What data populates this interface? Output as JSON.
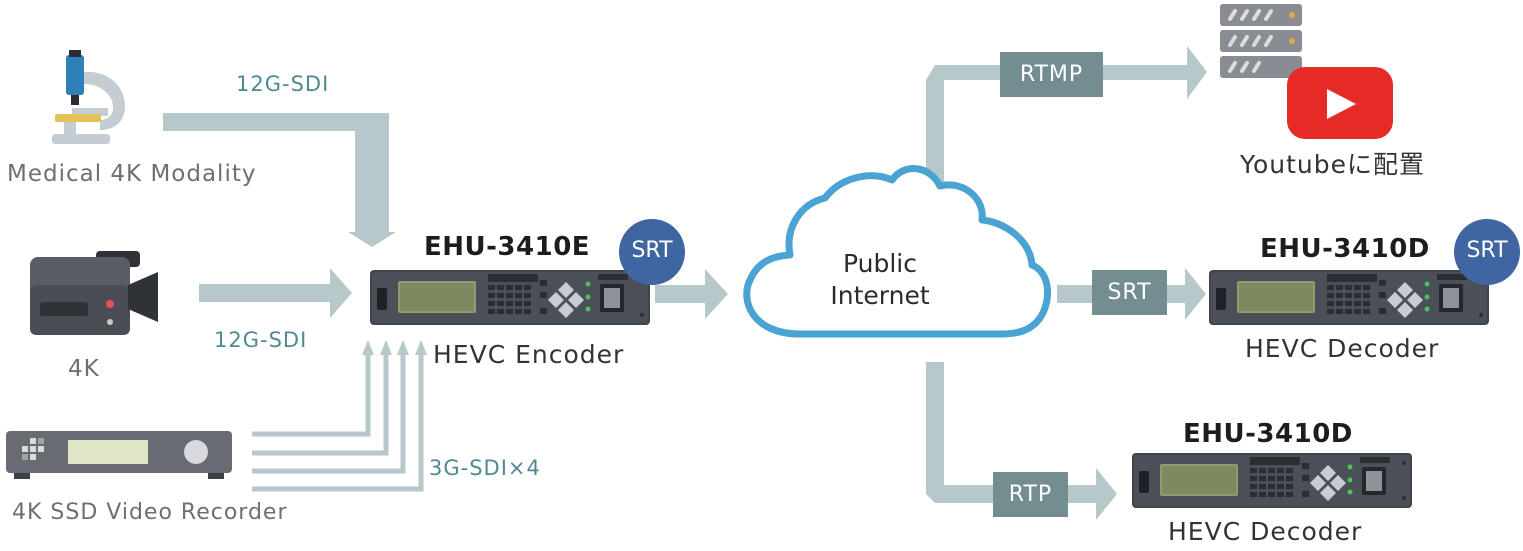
{
  "sources": {
    "medical_label": "Medical 4K Modality",
    "camera_label": "4K",
    "recorder_label": "4K SSD Video Recorder"
  },
  "links": {
    "medical_link": "12G-SDI",
    "camera_link": "12G-SDI",
    "recorder_link": "3G-SDI×4"
  },
  "encoder": {
    "model": "EHU-3410E",
    "role": "HEVC Encoder",
    "badge": "SRT"
  },
  "cloud": {
    "line1": "Public",
    "line2": "Internet"
  },
  "outputs": {
    "rtmp_tag": "RTMP",
    "youtube_label": "Youtubeに配置",
    "srt_tag": "SRT",
    "decoder1_model": "EHU-3410D",
    "decoder1_role": "HEVC Decoder",
    "decoder1_badge": "SRT",
    "rtp_tag": "RTP",
    "decoder2_model": "EHU-3410D",
    "decoder2_role": "HEVC Decoder"
  },
  "colors": {
    "arrow": "#b7c8cb",
    "tag": "#738d91",
    "cloud_stroke": "#4aa3d3",
    "srt_badge": "#3f66a1",
    "youtube_red": "#e62b27",
    "device_body": "#454a52",
    "lcd": "#8b9a6b"
  }
}
